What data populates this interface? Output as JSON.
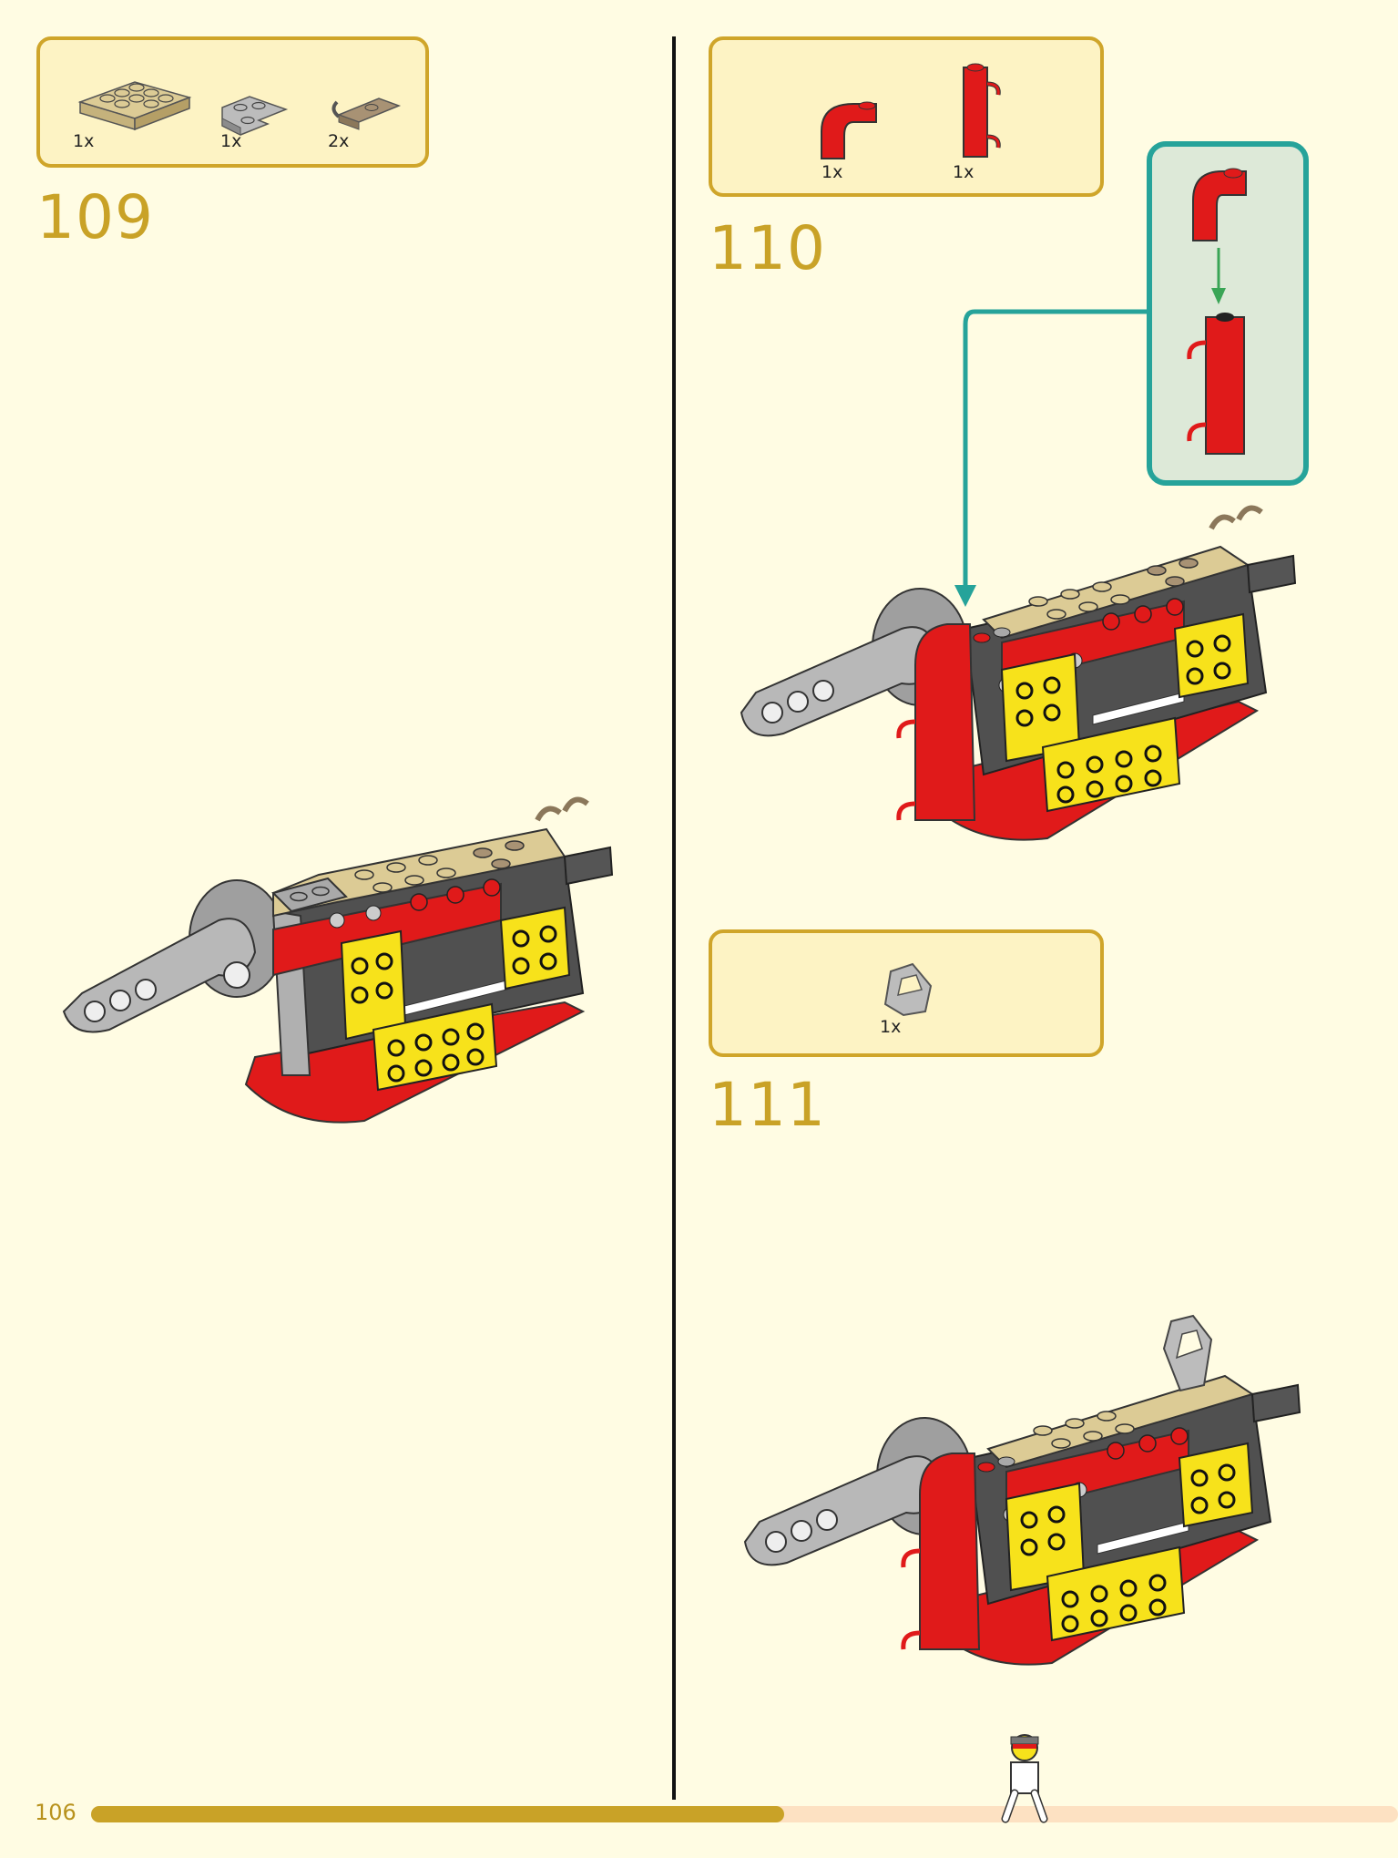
{
  "page": {
    "number": "106",
    "progress_fraction": 0.53
  },
  "steps": [
    {
      "number": "109",
      "parts": [
        {
          "name": "tan-plate-2x4",
          "qty": "1x"
        },
        {
          "name": "grey-corner-plate",
          "qty": "1x"
        },
        {
          "name": "tan-clip-plate",
          "qty": "2x"
        }
      ]
    },
    {
      "number": "110",
      "parts": [
        {
          "name": "red-curved-slope",
          "qty": "1x"
        },
        {
          "name": "red-clip-brick",
          "qty": "1x"
        }
      ]
    },
    {
      "number": "111",
      "parts": [
        {
          "name": "grey-handle-bracket",
          "qty": "1x"
        }
      ]
    }
  ],
  "colors": {
    "accent": "#c9a227",
    "box_fill": "#fdf3c4",
    "callout_border": "#26a39a",
    "callout_fill": "#dde9d8",
    "arrow_green": "#3aa556",
    "brick_red": "#e01a1a",
    "brick_yellow": "#f7e21b",
    "brick_tan": "#dccb95",
    "brick_grey": "#a9a9a9"
  }
}
